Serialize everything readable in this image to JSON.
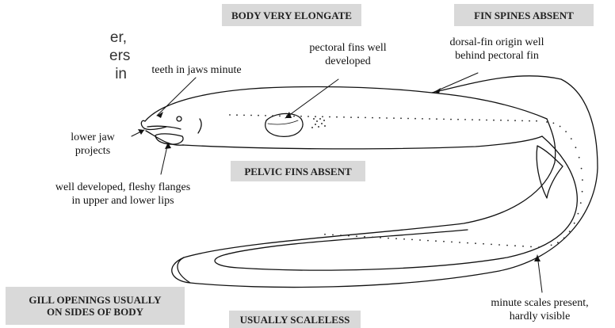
{
  "partial_text_left": [
    "er,",
    "ers",
    "in"
  ],
  "labels": {
    "teeth": "teeth in jaws minute",
    "pectoral": [
      "pectoral fins well",
      "developed"
    ],
    "dorsal_origin": [
      "dorsal-fin origin well",
      "behind pectoral fin"
    ],
    "lower_jaw": [
      "lower jaw",
      "projects"
    ],
    "lips": [
      "well developed, fleshy flanges",
      "in upper and lower lips"
    ],
    "minute_scales": [
      "minute scales present,",
      "hardly visible"
    ]
  },
  "boxes": {
    "body_elongate": "BODY VERY ELONGATE",
    "fin_spines": "FIN SPINES ABSENT",
    "pelvic_fins": "PELVIC FINS ABSENT",
    "gill_openings": [
      "GILL OPENINGS USUALLY",
      "ON SIDES OF BODY"
    ],
    "scaleless": "USUALLY SCALELESS"
  },
  "colors": {
    "box_fill": "#d9d9d9",
    "ink": "#111111"
  }
}
